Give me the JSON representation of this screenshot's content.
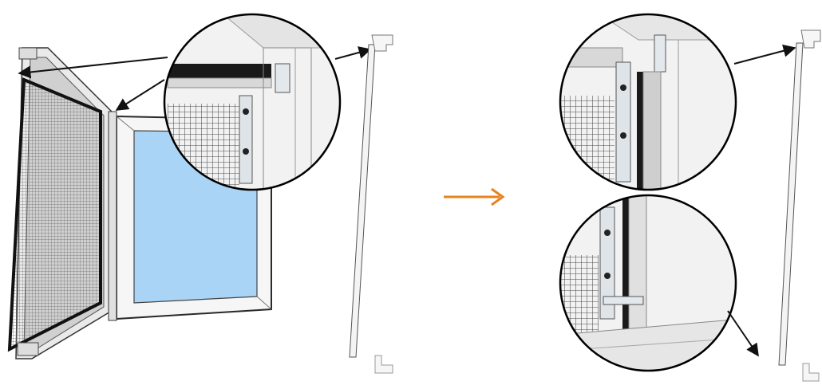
{
  "diagram": {
    "description_free": true,
    "step_arrow": {
      "glyph": "→",
      "color": "#e8821e"
    },
    "colors": {
      "glass": "#aad4f5",
      "frame": "#f4f4f4",
      "frame_stroke": "#3a3a3a",
      "mesh": "#5a5a5a",
      "bracket": "#d8dde2",
      "arrow": "#111111"
    },
    "icons": [
      "window-frame",
      "insect-screen",
      "mounting-bracket",
      "magnifier-circle",
      "profile-rail"
    ]
  }
}
